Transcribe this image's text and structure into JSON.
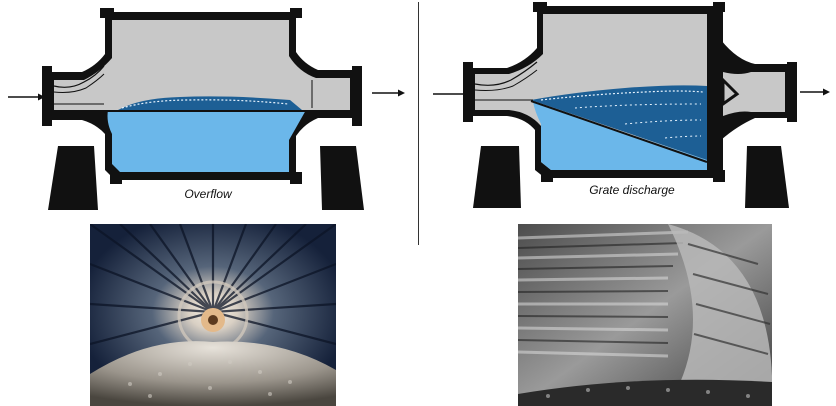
{
  "left_diagram": {
    "caption": "Overflow",
    "colors": {
      "body": "#c8c8c8",
      "water": "#6bb7ea",
      "steel": "#111111",
      "balls": "#1d5f95"
    }
  },
  "right_diagram": {
    "caption": "Grate discharge",
    "colors": {
      "body": "#c8c8c8",
      "water": "#6bb7ea",
      "steel": "#111111",
      "balls": "#1d5f95"
    }
  },
  "photos": {
    "left": {
      "subject": "mill-interior-overflow"
    },
    "right": {
      "subject": "mill-interior-grate"
    }
  }
}
